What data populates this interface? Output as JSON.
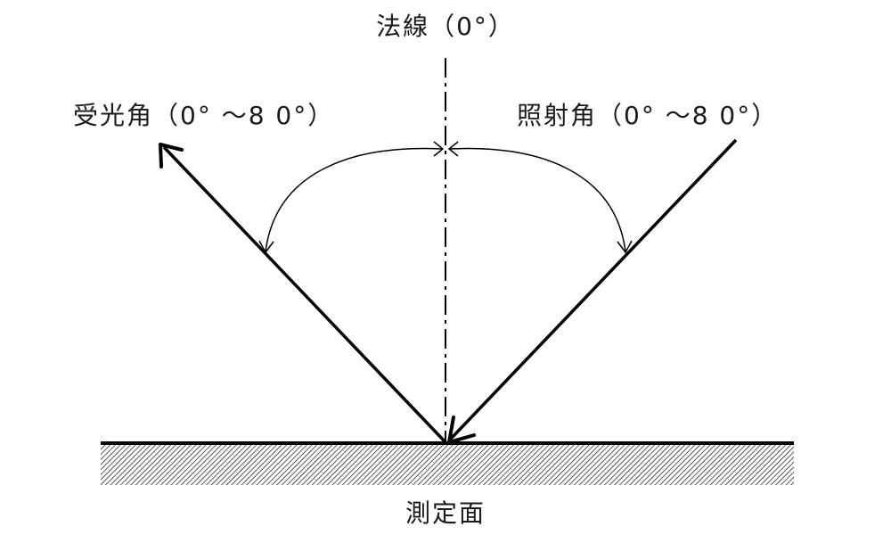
{
  "labels": {
    "normal": "法線（0°）",
    "receiving_angle": "受光角（0° ～8 0°）",
    "illumination_angle": "照射角（0° ～8 0°）",
    "surface": "測定面"
  },
  "colors": {
    "line": "#000000",
    "hatch": "#000000",
    "background": "#ffffff"
  }
}
